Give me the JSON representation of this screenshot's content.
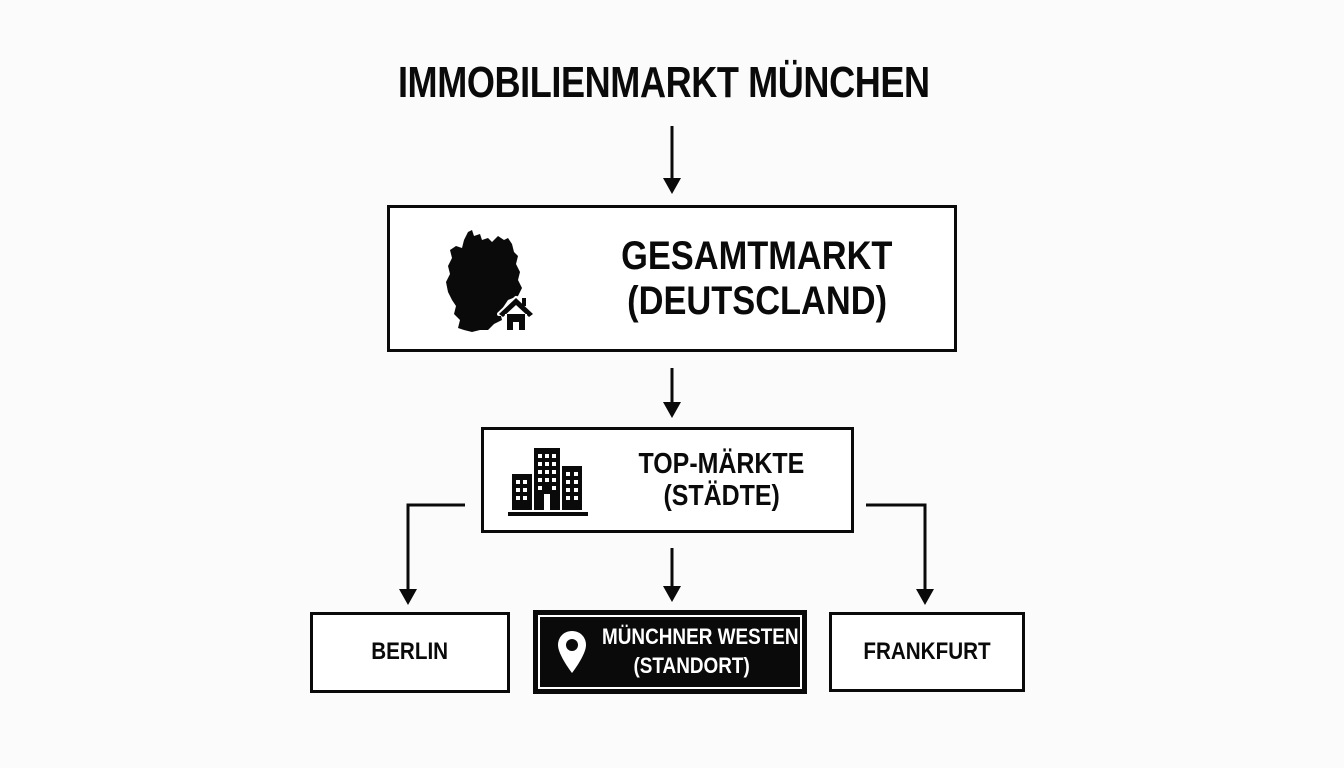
{
  "diagram": {
    "title": "IMMOBILIENMARKT MÜNCHEN",
    "colors": {
      "background": "#fbfbfb",
      "stroke": "#0a0a0a",
      "highlight_fill": "#0a0a0a",
      "highlight_text": "#ffffff"
    },
    "nodes": {
      "gesamtmarkt": {
        "line1": "GESAMTMARKT",
        "line2": "(DEUTSCLAND)",
        "icon": "germany-map-with-house-icon"
      },
      "top_maerkte": {
        "line1": "TOP-MÄRKTE",
        "line2": "(STÄDTE)",
        "icon": "city-buildings-icon"
      },
      "berlin": {
        "label": "BERLIN"
      },
      "muenchen_westen": {
        "line1": "MÜNCHNER WESTEN",
        "line2": "(STANDORT)",
        "icon": "location-pin-icon",
        "highlighted": true
      },
      "frankfurt": {
        "label": "FRANKFURT"
      }
    },
    "edges": [
      {
        "from": "title",
        "to": "gesamtmarkt"
      },
      {
        "from": "gesamtmarkt",
        "to": "top_maerkte"
      },
      {
        "from": "top_maerkte",
        "to": "berlin"
      },
      {
        "from": "top_maerkte",
        "to": "muenchen_westen"
      },
      {
        "from": "top_maerkte",
        "to": "frankfurt"
      }
    ]
  }
}
